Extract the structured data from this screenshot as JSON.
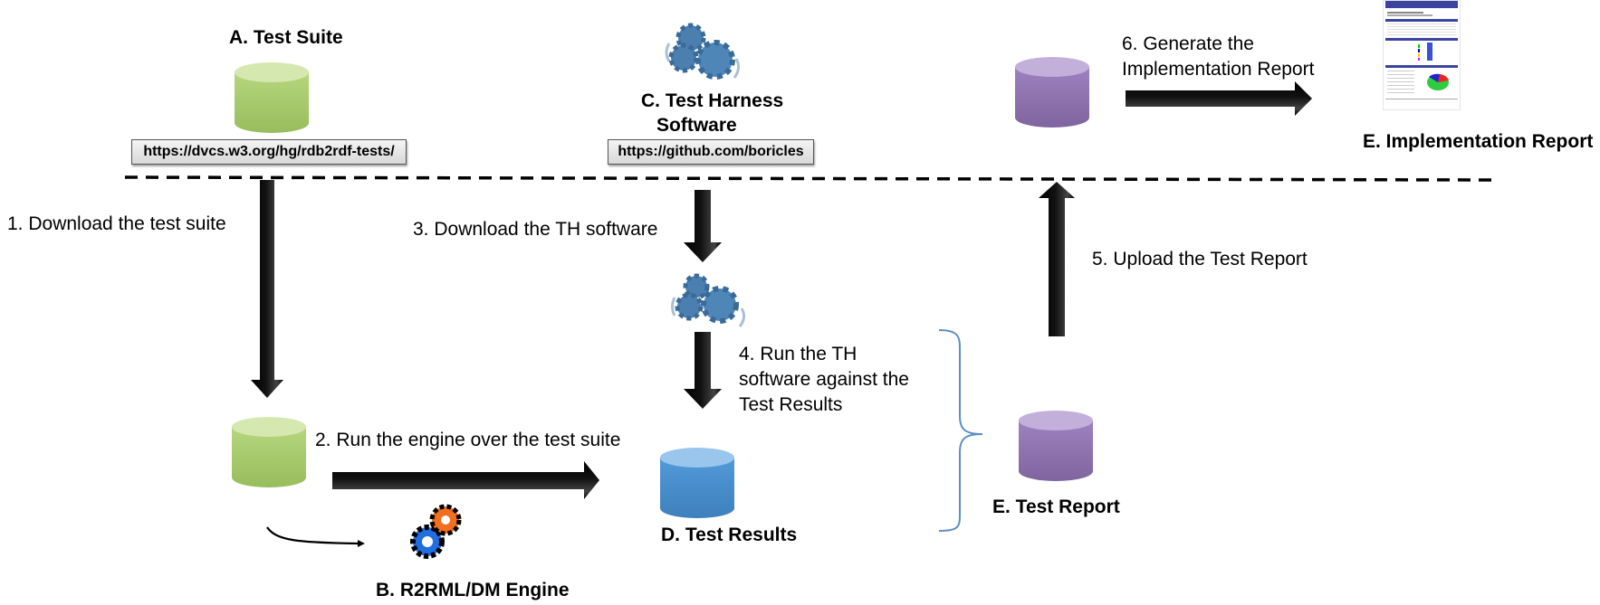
{
  "diagram": {
    "nodes": {
      "test_suite": {
        "label": "A. Test Suite",
        "url": "https://dvcs.w3.org/hg/rdb2rdf-tests/",
        "color": "#a9cc6e"
      },
      "engine": {
        "label": "B. R2RML/DM Engine"
      },
      "test_harness": {
        "label_line1": "C. Test Harness",
        "label_line2": "Software",
        "url": "https://github.com/boricles",
        "color": "#4a7fb0"
      },
      "test_results": {
        "label": "D. Test Results",
        "color": "#4a90cf"
      },
      "test_report": {
        "label": "E. Test Report",
        "color": "#9277b4"
      },
      "implementation_report": {
        "label": "E. Implementation Report"
      }
    },
    "steps": [
      {
        "label": "1.  Download the test suite"
      },
      {
        "label": "2. Run the engine over the test suite"
      },
      {
        "label": "3.  Download the TH software"
      },
      {
        "label_lines": [
          "4. Run the TH",
          "software against the",
          "Test Results"
        ]
      },
      {
        "label": "5.  Upload the Test Report"
      },
      {
        "label_lines": [
          "6.  Generate the",
          "Implementation Report"
        ]
      }
    ]
  }
}
